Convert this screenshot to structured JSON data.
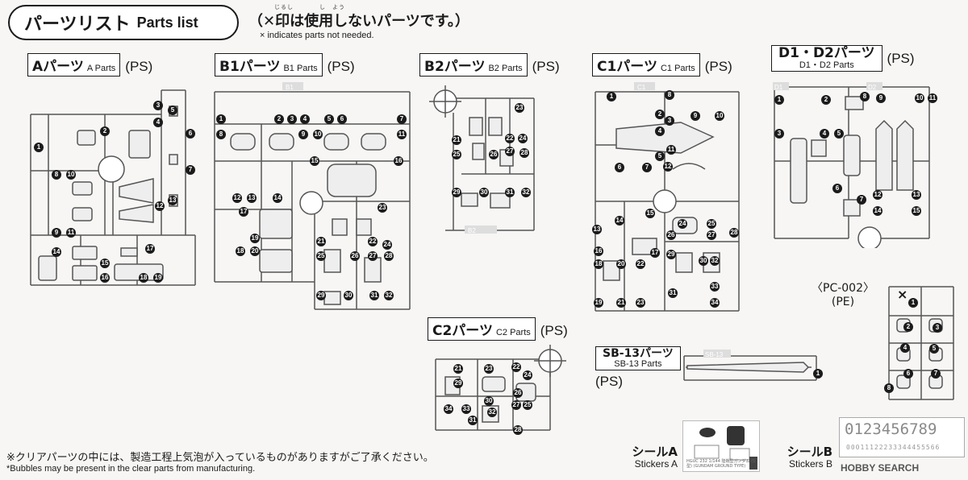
{
  "header": {
    "title_jp": "パーツリスト",
    "title_en": "Parts list",
    "note_jp": "（✕印は使用しないパーツです。）",
    "note_ruby": "じるし　　　　し　よう",
    "note_en": "× indicates parts not needed."
  },
  "sections": {
    "a": {
      "jp": "Aパーツ",
      "en": "A Parts",
      "ps": "(PS)",
      "numbers": [
        "1",
        "2",
        "3",
        "4",
        "5",
        "6",
        "7",
        "8",
        "9",
        "10",
        "11",
        "12",
        "13",
        "14",
        "15",
        "16",
        "17",
        "18",
        "19"
      ]
    },
    "b1": {
      "jp": "B1パーツ",
      "en": "B1 Parts",
      "ps": "(PS)",
      "sprue_tag": "B1",
      "numbers": [
        "1",
        "2",
        "3",
        "4",
        "5",
        "6",
        "7",
        "8",
        "9",
        "10",
        "11",
        "12",
        "13",
        "14",
        "15",
        "16",
        "17",
        "18",
        "19",
        "20",
        "21",
        "22",
        "23",
        "24",
        "25",
        "26",
        "27",
        "28",
        "29",
        "30",
        "31",
        "32"
      ]
    },
    "b2": {
      "jp": "B2パーツ",
      "en": "B2 Parts",
      "ps": "(PS)",
      "sprue_tag": "B2",
      "numbers": [
        "21",
        "22",
        "23",
        "24",
        "25",
        "26",
        "27",
        "28",
        "29",
        "30",
        "31",
        "32"
      ]
    },
    "c1": {
      "jp": "C1パーツ",
      "en": "C1 Parts",
      "ps": "(PS)",
      "sprue_tag": "C1",
      "numbers": [
        "1",
        "2",
        "3",
        "4",
        "5",
        "6",
        "7",
        "8",
        "9",
        "10",
        "11",
        "12",
        "13",
        "14",
        "15",
        "16",
        "17",
        "18",
        "19",
        "20",
        "21",
        "22",
        "23",
        "24",
        "25",
        "26",
        "27",
        "28",
        "29",
        "30",
        "31",
        "32",
        "33",
        "34"
      ]
    },
    "d": {
      "jp": "D1・D2パーツ",
      "en": "D1・D2 Parts",
      "ps": "(PS)",
      "sprue_tags": [
        "D1",
        "D2"
      ],
      "numbers": [
        "1",
        "2",
        "3",
        "4",
        "5",
        "6",
        "7",
        "8",
        "9",
        "10",
        "11",
        "12",
        "13",
        "14",
        "15"
      ]
    },
    "c2": {
      "jp": "C2パーツ",
      "en": "C2 Parts",
      "ps": "(PS)",
      "numbers": [
        "21",
        "22",
        "23",
        "24",
        "25",
        "26",
        "27",
        "28",
        "29",
        "30",
        "31",
        "32",
        "33",
        "34"
      ]
    },
    "sb13": {
      "jp": "SB-13パーツ",
      "en": "SB-13 Parts",
      "ps": "(PS)",
      "sprue_tag": "SB-13",
      "numbers": [
        "1"
      ]
    },
    "pe": {
      "label": "〈PC-002〉",
      "ps": "(PE)",
      "x_mark": "×",
      "numbers": [
        "1",
        "2",
        "3",
        "4",
        "5",
        "6",
        "7",
        "8"
      ]
    }
  },
  "footer": {
    "note_jp": "※クリアパーツの中には、製造工程上気泡が入っているものがありますがご了承ください。",
    "note_en": "*Bubbles may be present in the clear parts from manufacturing."
  },
  "stickers": {
    "a": {
      "jp": "シールA",
      "en": "Stickers A",
      "fine_print": "HGUC 232 1/144 陸戦型ガンダム (S型) (GUNDAM GROUND TYPE)"
    },
    "b": {
      "jp": "シールB",
      "en": "Stickers B",
      "digits": "0123456789",
      "small_digits": "00011122233344455566"
    }
  },
  "watermark": "HOBBY SEARCH"
}
